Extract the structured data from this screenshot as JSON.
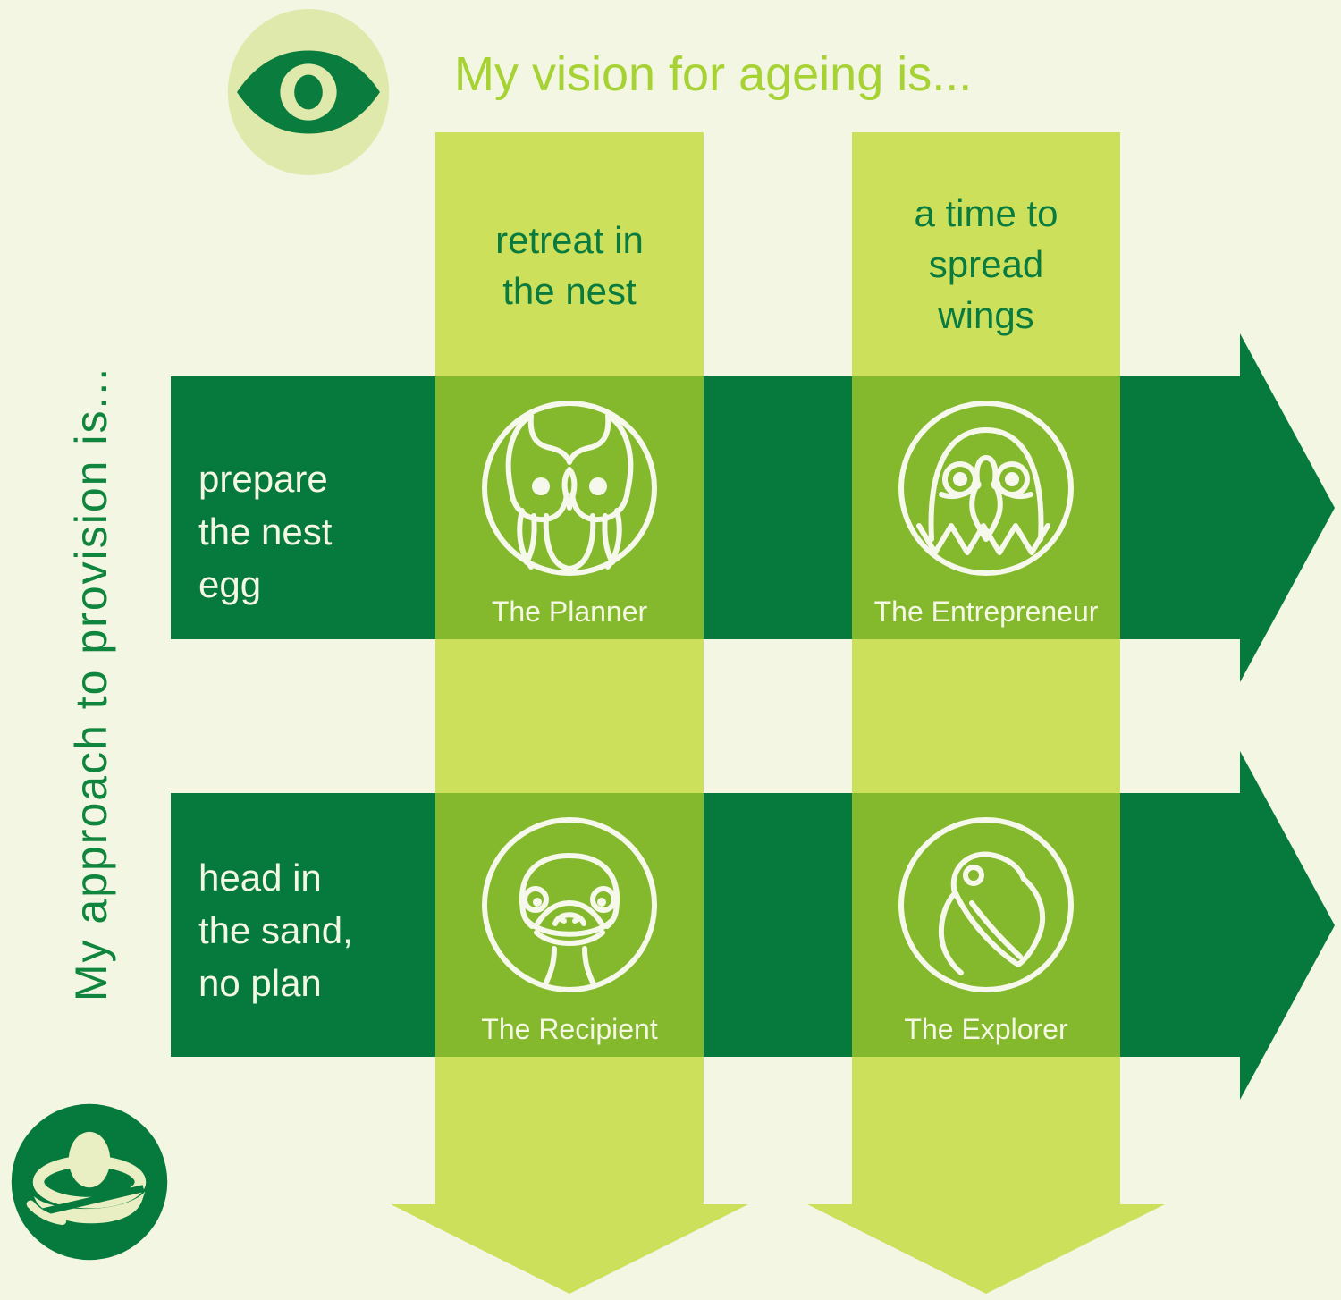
{
  "header": {
    "title": "My vision for ageing is...",
    "icon": "eye-icon"
  },
  "vision_axis": {
    "columns": [
      {
        "id": "retreat",
        "label": "retreat in\nthe nest"
      },
      {
        "id": "spread",
        "label": "a time to\nspread\nwings"
      }
    ]
  },
  "provision_axis": {
    "label": "My approach to provision is...",
    "icon": "nest-egg-icon",
    "rows": [
      {
        "id": "prepare",
        "label": "prepare\nthe nest\negg"
      },
      {
        "id": "noplan",
        "label": "head in\nthe sand,\nno plan"
      }
    ]
  },
  "personas": [
    {
      "name": "The Planner",
      "icon": "owl-icon"
    },
    {
      "name": "The Entrepreneur",
      "icon": "eagle-icon"
    },
    {
      "name": "The Recipient",
      "icon": "ostrich-icon"
    },
    {
      "name": "The Explorer",
      "icon": "toucan-icon"
    }
  ],
  "colors": {
    "background": "#f3f6e3",
    "dark_green_arrow": "#067a3d",
    "light_green_band": "#cde05b",
    "quadrant_green": "#84b92d",
    "title_green": "#a7d234",
    "axis_text_green": "#0a7b3e",
    "pale_icon_fill": "#dfe9ac",
    "light_text": "#f4f7e3"
  }
}
